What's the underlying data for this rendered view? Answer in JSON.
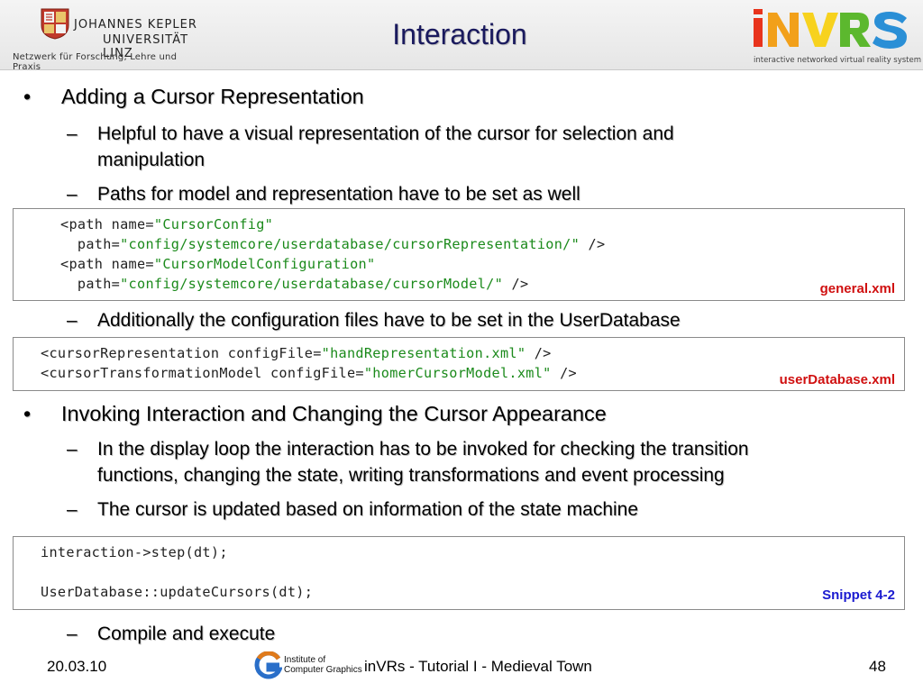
{
  "header": {
    "title": "Interaction",
    "university_line1": "JOHANNES KEPLER",
    "university_line2": "UNIVERSITÄT LINZ",
    "university_tagline": "Netzwerk für Forschung, Lehre und Praxis",
    "brand_letters": [
      "i",
      "N",
      "V",
      "R",
      "S"
    ],
    "brand_tagline": "interactive networked virtual reality system"
  },
  "section1": {
    "bullet": "Adding a Cursor Representation",
    "sub1_line1": "Helpful to have a visual representation of the cursor for selection and",
    "sub1_line2": "manipulation",
    "sub2": "Paths for model and representation have to be set as well",
    "code1": {
      "l1a": "<path name=",
      "l1b": "\"CursorConfig\"",
      "l2a": "  path=",
      "l2b": "\"config/systemcore/userdatabase/cursorRepresentation/\"",
      "l2c": " />",
      "l3a": "<path name=",
      "l3b": "\"CursorModelConfiguration\"",
      "l4a": "  path=",
      "l4b": "\"config/systemcore/userdatabase/cursorModel/\"",
      "l4c": " />",
      "file_label": "general.xml"
    },
    "sub3": "Additionally the configuration files have to be set in the UserDatabase",
    "code2": {
      "l1a": "<cursorRepresentation configFile=",
      "l1b": "\"handRepresentation.xml\"",
      "l1c": " />",
      "l2a": "<cursorTransformationModel configFile=",
      "l2b": "\"homerCursorModel.xml\"",
      "l2c": " />",
      "file_label": "userDatabase.xml"
    }
  },
  "section2": {
    "bullet": "Invoking Interaction and Changing the Cursor Appearance",
    "sub1_line1": "In the display loop the interaction has to be invoked for checking the transition",
    "sub1_line2": "functions, changing the state, writing transformations and event processing",
    "sub2": "The cursor is updated based on information of the state machine",
    "code3": {
      "l1": "interaction->step(dt);",
      "l2": "UserDatabase::updateCursors(dt);",
      "snippet_label": "Snippet 4-2"
    },
    "sub3": "Compile and execute"
  },
  "footer": {
    "date": "20.03.10",
    "icg_line0": "Institute of",
    "icg_line1": "Computer Graphics",
    "center": "inVRs - Tutorial I - Medieval Town",
    "page": "48"
  },
  "glyphs": {
    "bullet": "•",
    "dash": "–"
  },
  "colors": {
    "title": "#1a1a5e",
    "code_string": "#1b8a1b",
    "file_label_red": "#d01010",
    "snippet_label_blue": "#1a1ad0",
    "brand_i": "#e8331c",
    "brand_n": "#f2a01a",
    "brand_v": "#f7d21e",
    "brand_r": "#5cb82e",
    "brand_s": "#2a8fd6"
  }
}
